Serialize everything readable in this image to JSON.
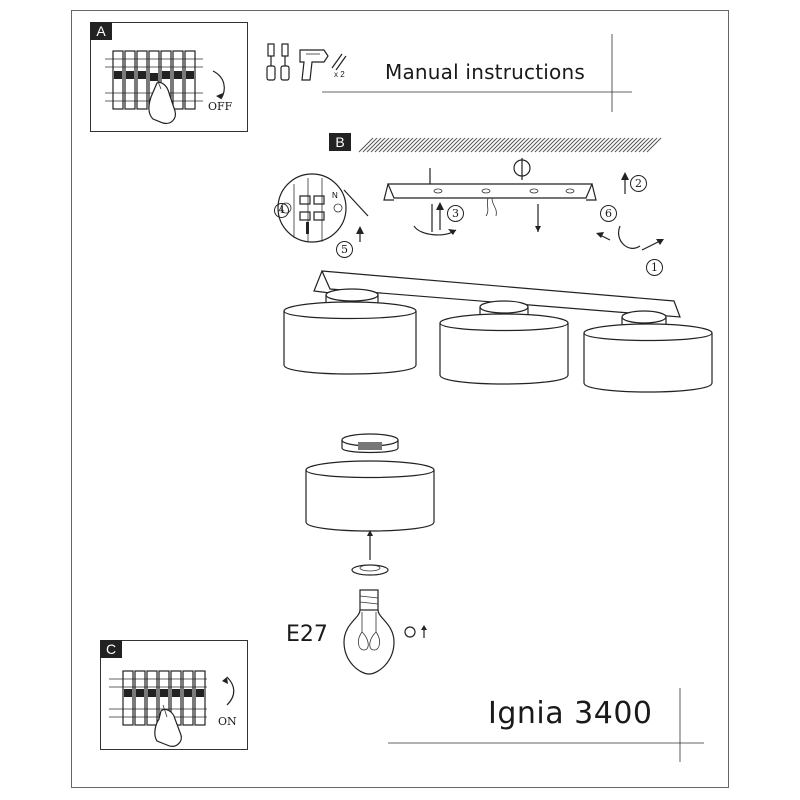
{
  "header": {
    "title": "Manual instructions"
  },
  "steps": {
    "a": {
      "tag": "A",
      "switch_label": "OFF"
    },
    "b": {
      "tag": "B"
    },
    "c": {
      "tag": "C",
      "switch_label": "ON"
    }
  },
  "tools": {
    "multiplier": "x 2"
  },
  "callouts": [
    "1",
    "2",
    "3",
    "4",
    "5",
    "6"
  ],
  "wiring": {
    "terminal_label": "N"
  },
  "bulb": {
    "type": "E27"
  },
  "product": {
    "model": "Ignia 3400"
  },
  "icons": [
    "screwdriver-icon",
    "drill-icon",
    "screw-icon",
    "breaker-panel-icon",
    "hand-icon",
    "bulb-icon",
    "rotate-icon"
  ]
}
